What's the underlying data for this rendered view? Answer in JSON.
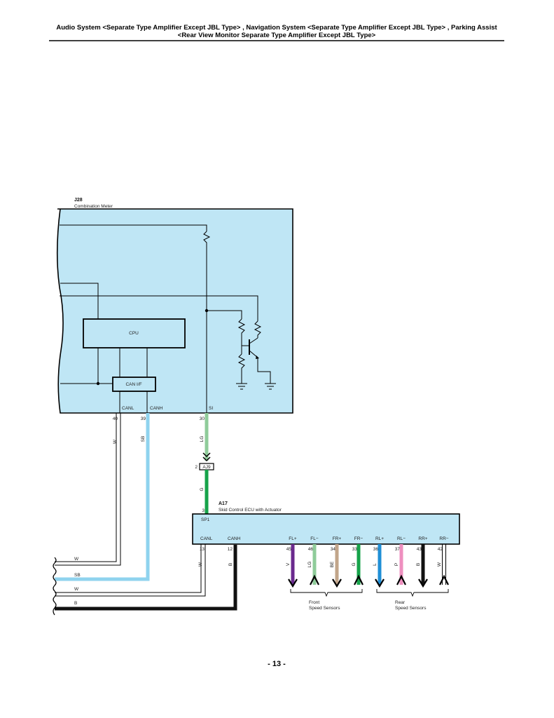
{
  "header": {
    "line1": "Audio System <Separate Type Amplifier Except JBL Type> , Navigation System <Separate Type Amplifier Except JBL Type> , Parking Assist",
    "line2": "<Rear View Monitor Separate Type Amplifier Except JBL Type>"
  },
  "page_number": "- 13 -",
  "colors": {
    "component_fill": "#bfe6f5",
    "wire_LG": "#8fcc9a",
    "wire_G": "#16a34a",
    "wire_SB": "#8fd3ee",
    "wire_B": "#111111",
    "wire_V": "#6a2a8e",
    "wire_BE": "#c2a58a",
    "wire_L": "#1f8fd6",
    "wire_P": "#ee8fbf"
  },
  "combination_meter": {
    "code": "J28",
    "name": "Combination Meter",
    "cpu_label": "CPU",
    "canif_label": "CAN I/F",
    "pins": [
      {
        "name": "CANL",
        "number": "40",
        "wire": "W"
      },
      {
        "name": "CANH",
        "number": "39",
        "wire": "SB"
      },
      {
        "name": "SI",
        "number": "30",
        "wire": "LG"
      }
    ]
  },
  "junction_connector": {
    "code": "AJ9",
    "pin_in": "2",
    "pin_out": "3",
    "wire_out": "G"
  },
  "skid_control_ecu": {
    "code": "A17",
    "name": "Skid Control ECU with Actuator",
    "sp1_label": "SP1",
    "can_pins": [
      {
        "name": "CANL",
        "number": "13",
        "wire": "W"
      },
      {
        "name": "CANH",
        "number": "12",
        "wire": "B"
      }
    ],
    "sensor_pins": [
      {
        "name": "FL+",
        "number": "45",
        "wire": "V"
      },
      {
        "name": "FL−",
        "number": "46",
        "wire": "LG"
      },
      {
        "name": "FR+",
        "number": "34",
        "wire": "BE"
      },
      {
        "name": "FR−",
        "number": "33",
        "wire": "G"
      },
      {
        "name": "RL+",
        "number": "36",
        "wire": "L"
      },
      {
        "name": "RL−",
        "number": "37",
        "wire": "P"
      },
      {
        "name": "RR+",
        "number": "43",
        "wire": "B"
      },
      {
        "name": "RR−",
        "number": "42",
        "wire": "W"
      }
    ],
    "front_group": [
      "Front",
      "Speed Sensors"
    ],
    "rear_group": [
      "Rear",
      "Speed Sensors"
    ]
  },
  "bus_wires": [
    "W",
    "SB",
    "W",
    "B"
  ]
}
